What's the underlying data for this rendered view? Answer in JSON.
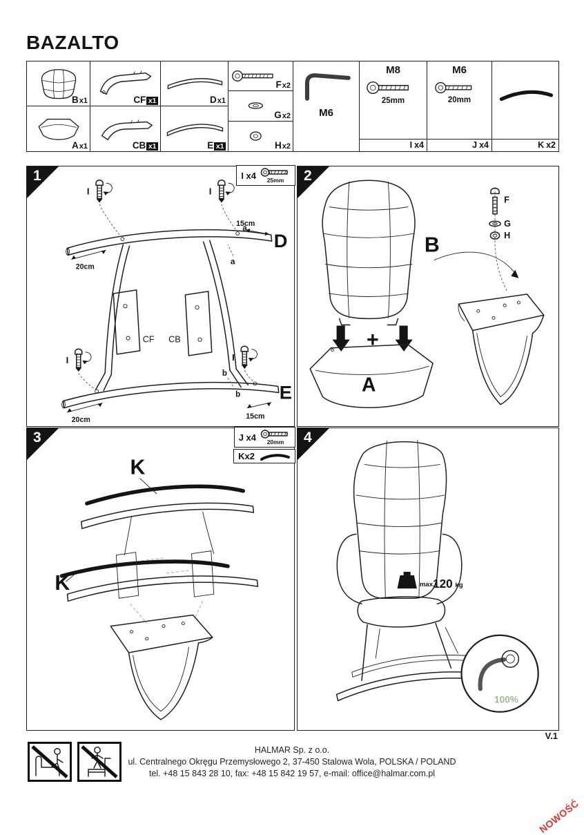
{
  "title": "BAZALTO",
  "version": "V.1",
  "novelty": "NOWOŚĆ",
  "colors": {
    "accent_green": "#9cbd92",
    "badge_red": "#e63329",
    "line": "#1f1f1f"
  },
  "parts": {
    "backrest": {
      "label": "B",
      "count": "x1"
    },
    "seat": {
      "label": "A",
      "count": "x1"
    },
    "frame_front": {
      "label": "CF",
      "count": "x1"
    },
    "frame_back": {
      "label": "CB",
      "count": "x1"
    },
    "rocker_top": {
      "label": "D",
      "count": "x1"
    },
    "rocker_bottom": {
      "label": "E",
      "count": "x1"
    },
    "screw_f": {
      "label": "F",
      "count": "x2"
    },
    "washer_g": {
      "label": "G",
      "count": "x2"
    },
    "washer_h": {
      "label": "H",
      "count": "x2"
    },
    "allen_key": {
      "size": "M6"
    },
    "bolt_i": {
      "size": "M8",
      "length": "25mm",
      "label": "I",
      "count": "x4"
    },
    "bolt_j": {
      "size": "M6",
      "length": "20mm",
      "label": "J",
      "count": "x4"
    },
    "strip_k": {
      "label": "K",
      "count": "x2"
    }
  },
  "step1": {
    "number": "1",
    "inset_label": "I x4",
    "inset_length": "25mm",
    "rocker_top": "D",
    "rocker_bottom": "E",
    "frame_front": "CF",
    "frame_back": "CB",
    "dim_20": "20cm",
    "dim_15": "15cm",
    "marker_a": "a",
    "marker_b": "b",
    "screw": "I"
  },
  "step2": {
    "number": "2",
    "backrest": "B",
    "seat": "A",
    "plus": "+",
    "screw": "F",
    "washer1": "G",
    "washer2": "H"
  },
  "step3": {
    "number": "3",
    "inset1_label": "J x4",
    "inset1_length": "20mm",
    "inset2_label": "Kx2",
    "strip": "K"
  },
  "step4": {
    "number": "4",
    "max_label": "max.",
    "max_value": "120",
    "max_unit": "kg",
    "tighten": "100%"
  },
  "footer": {
    "company": "HALMAR Sp. z o.o.",
    "address": "ul. Centralnego Okręgu Przemysłowego 2, 37-450 Stalowa Wola, POLSKA / POLAND",
    "contact": "tel. +48 15 843 28 10, fax: +48 15 842 19 57, e-mail: office@halmar.com.pl"
  }
}
